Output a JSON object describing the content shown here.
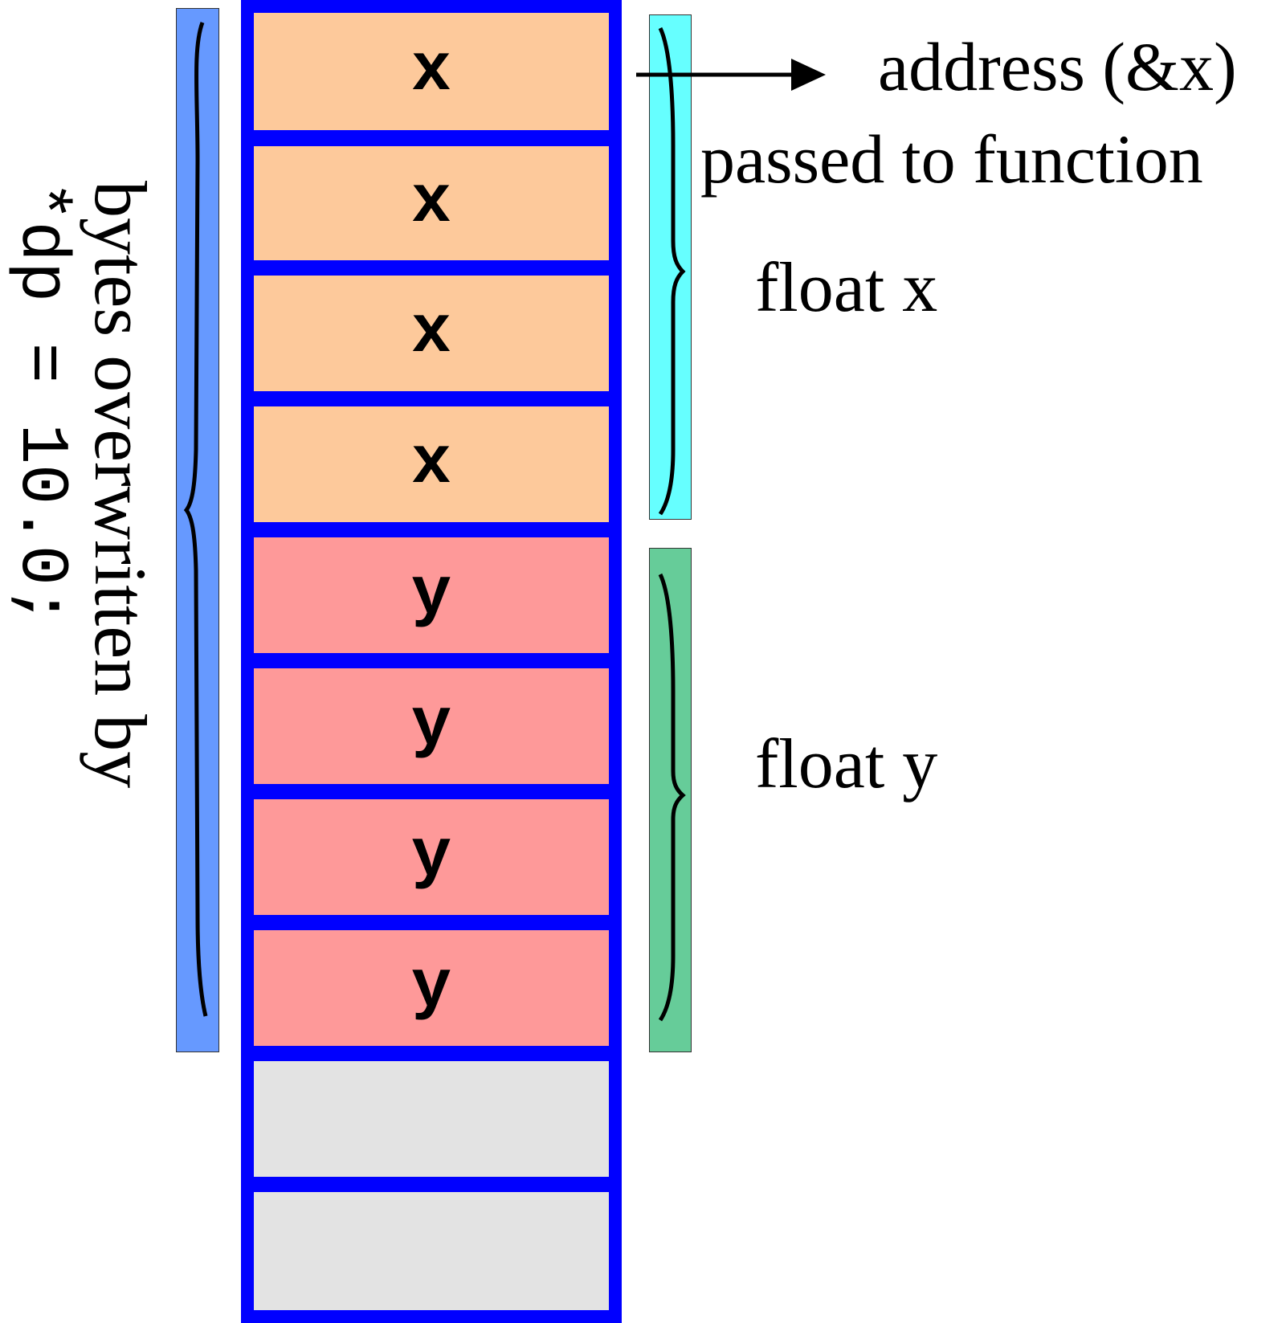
{
  "memory": {
    "cells": [
      {
        "label": "x",
        "color": "#fdc99b"
      },
      {
        "label": "x",
        "color": "#fdc99b"
      },
      {
        "label": "x",
        "color": "#fdc99b"
      },
      {
        "label": "x",
        "color": "#fdc99b"
      },
      {
        "label": "y",
        "color": "#fe9999"
      },
      {
        "label": "y",
        "color": "#fe9999"
      },
      {
        "label": "y",
        "color": "#fe9999"
      },
      {
        "label": "y",
        "color": "#fe9999"
      },
      {
        "label": "",
        "color": "#e3e3e3"
      },
      {
        "label": "",
        "color": "#e3e3e3"
      }
    ],
    "border_color": "#0000ff"
  },
  "annotations": {
    "overwrite_line1": "bytes overwritten by",
    "overwrite_line2": "*dp = 10.0;",
    "address_line1": "address (&x)",
    "address_line2": "passed to function",
    "float_x": "float x",
    "float_y": "float y"
  },
  "colors": {
    "overwrite_bar": "#6699ff",
    "float_x_bar": "#66ffff",
    "float_y_bar": "#66cc99"
  }
}
